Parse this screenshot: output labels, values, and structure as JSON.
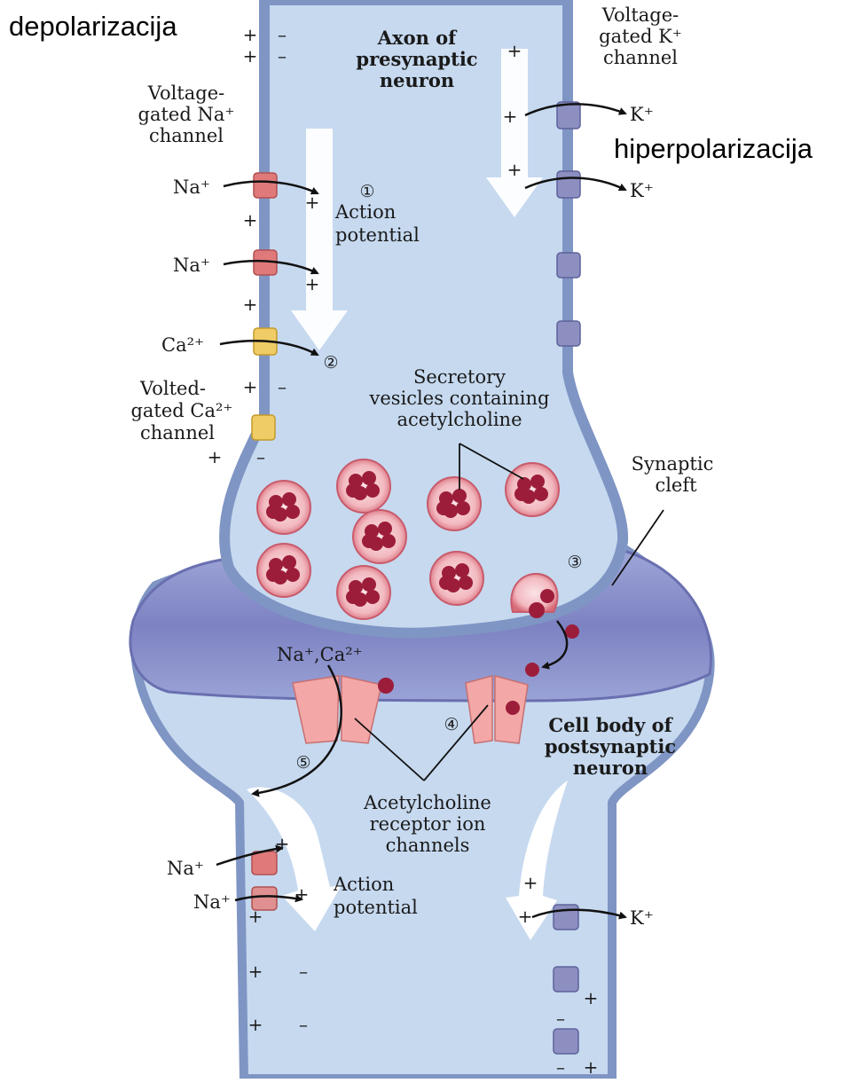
{
  "overlay": {
    "left_title": "depolarizacija",
    "right_title": "hiperpolarizacija"
  },
  "labels": {
    "axon_l1": "Axon of",
    "axon_l2": "presynaptic",
    "axon_l3": "neuron",
    "kch_l1": "Voltage-",
    "kch_l2": "gated K⁺",
    "kch_l3": "channel",
    "nach_l1": "Voltage-",
    "nach_l2": "gated Na⁺",
    "nach_l3": "channel",
    "cach_l1": "Volted-",
    "cach_l2": "gated Ca²⁺",
    "cach_l3": "channel",
    "ap1_l1": "Action",
    "ap1_l2": "potential",
    "ves_l1": "Secretory",
    "ves_l2": "vesicles containing",
    "ves_l3": "acetylcholine",
    "cleft_l1": "Synaptic",
    "cleft_l2": "cleft",
    "cell_l1": "Cell body of",
    "cell_l2": "postsynaptic",
    "cell_l3": "neuron",
    "rec_l1": "Acetylcholine",
    "rec_l2": "receptor ion",
    "rec_l3": "channels",
    "ap2_l1": "Action",
    "ap2_l2": "potential"
  },
  "ions": {
    "na": "Na⁺",
    "k": "K⁺",
    "ca": "Ca²⁺",
    "naca": "Na⁺,Ca²⁺"
  },
  "steps": {
    "s1": "①",
    "s2": "②",
    "s3": "③",
    "s4": "④",
    "s5": "⑤"
  },
  "signs": {
    "plus": "+",
    "minus": "–"
  },
  "colors": {
    "membrane": "#7f95c4",
    "cytoplasm": "#c6d9ef",
    "cleft": "#7d82c2",
    "vesicle": "#d86a78",
    "acetylcholine": "#9c1d3a",
    "na_channel": "#e07a7a",
    "ca_channel": "#f0cc66",
    "k_channel": "#8c8fc0",
    "receptor": "#f3a7a7"
  }
}
